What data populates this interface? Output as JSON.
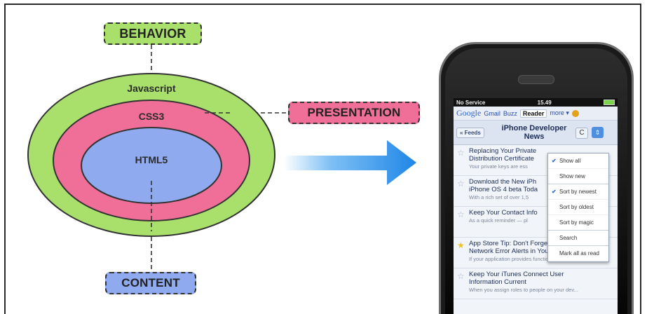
{
  "tags": {
    "behavior": "BEHAVIOR",
    "presentation": "PRESENTATION",
    "content": "CONTENT"
  },
  "rings": {
    "outer": "Javascript",
    "middle": "CSS3",
    "inner": "HTML5"
  },
  "colors": {
    "green": "#a9e06c",
    "pink": "#ef6f98",
    "blue": "#8faaee",
    "arrow": "#2f8fe6"
  },
  "phone": {
    "status": {
      "carrier": "No Service",
      "time": "15.49"
    },
    "google_bar": {
      "logo": "Google",
      "links": [
        "Gmail",
        "Buzz"
      ],
      "active": "Reader",
      "more": "more ▾"
    },
    "header": {
      "feeds_button": "« Feeds",
      "title": "iPhone Developer News",
      "refresh_icon": "refresh-icon",
      "menu_icon": "menu-icon"
    },
    "items": [
      {
        "title": "Replacing Your Private",
        "title2": "Distribution Certificate",
        "snippet": "Your private keys are ess",
        "starred": false
      },
      {
        "title": "Download the New iPh",
        "title2": "iPhone OS 4 beta Toda",
        "snippet": "With a rich set of over 1,5",
        "starred": false
      },
      {
        "title": "Keep Your Contact Info",
        "title2": "",
        "snippet": "As a quick reminder — pl",
        "starred": false
      },
      {
        "title": "App Store Tip: Don't Forget to Include",
        "title2": "Network Error Alerts in Your Code",
        "snippet": "If your application provides functionality that r...",
        "starred": true
      },
      {
        "title": "Keep Your iTunes Connect User",
        "title2": "Information Current",
        "snippet": "When you assign roles to people on your dev...",
        "starred": false
      }
    ],
    "menu": [
      {
        "label": "Show all",
        "checked": true
      },
      {
        "label": "Show new",
        "checked": false
      },
      {
        "label": "Sort by newest",
        "checked": true
      },
      {
        "label": "Sort by oldest",
        "checked": false
      },
      {
        "label": "Sort by magic",
        "checked": false
      },
      {
        "label": "Search",
        "checked": false
      },
      {
        "label": "Mark all as read",
        "checked": false
      }
    ]
  }
}
